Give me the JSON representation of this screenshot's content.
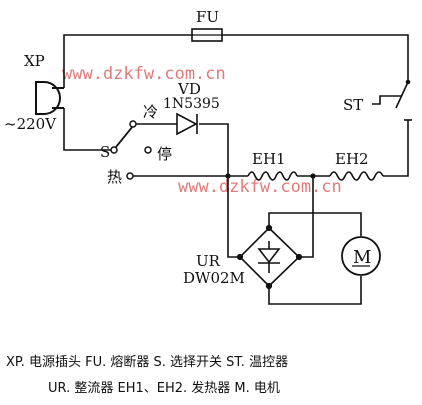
{
  "watermark": "www.dzkfw.com.cn",
  "labels": {
    "fu": "FU",
    "xp": "XP",
    "voltage": "~220V",
    "vd": "VD",
    "vd_part": "1N5395",
    "cold": "冷",
    "s": "S",
    "stop": "停",
    "hot": "热",
    "st": "ST",
    "eh1": "EH1",
    "eh2": "EH2",
    "ur": "UR",
    "ur_part": "DW02M",
    "motor": "M"
  },
  "legend": {
    "line1": "XP. 电源插头    FU. 熔断器    S. 选择开关    ST. 温控器",
    "line2": "UR. 整流器    EH1、EH2. 发热器    M. 电机"
  },
  "colors": {
    "ink": "#111111",
    "watermark": "#e07b7b"
  }
}
